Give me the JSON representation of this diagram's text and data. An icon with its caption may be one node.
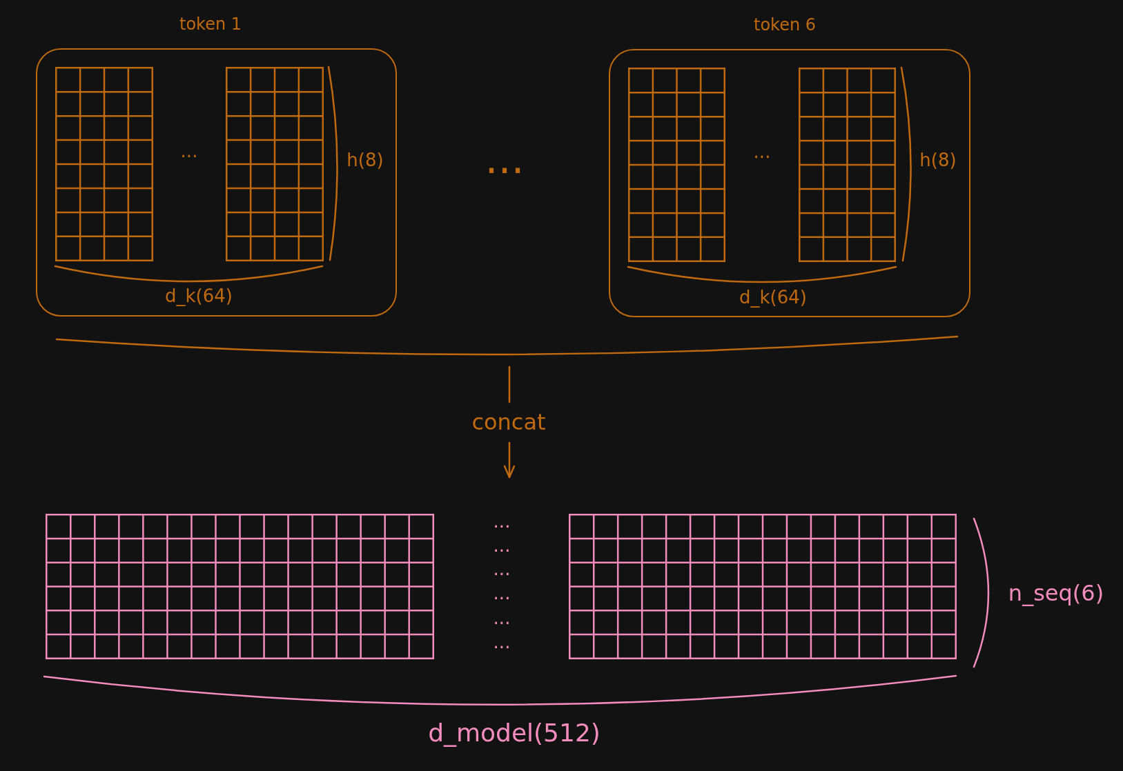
{
  "diagram": {
    "nodes": [
      {
        "text": [
          "token 1",
          "...",
          "h(8)",
          "d_k(64)"
        ]
      },
      {
        "text": [],
        "shape": "grid",
        "in": 0
      },
      {
        "text": [],
        "shape": "grid",
        "in": 0
      },
      {
        "text": [
          "token 6",
          "...",
          "h(8)",
          "d_k(64)"
        ]
      },
      {
        "text": [],
        "shape": "grid",
        "in": 3
      },
      {
        "text": [],
        "shape": "grid",
        "in": 3
      },
      {
        "text": [],
        "shape": "grid"
      },
      {
        "text": [],
        "shape": "grid"
      }
    ],
    "labels": [
      "...",
      "concat",
      "...",
      "...",
      "...",
      "...",
      "...",
      "...",
      "n_seq(6)",
      "d_model(512)"
    ]
  }
}
